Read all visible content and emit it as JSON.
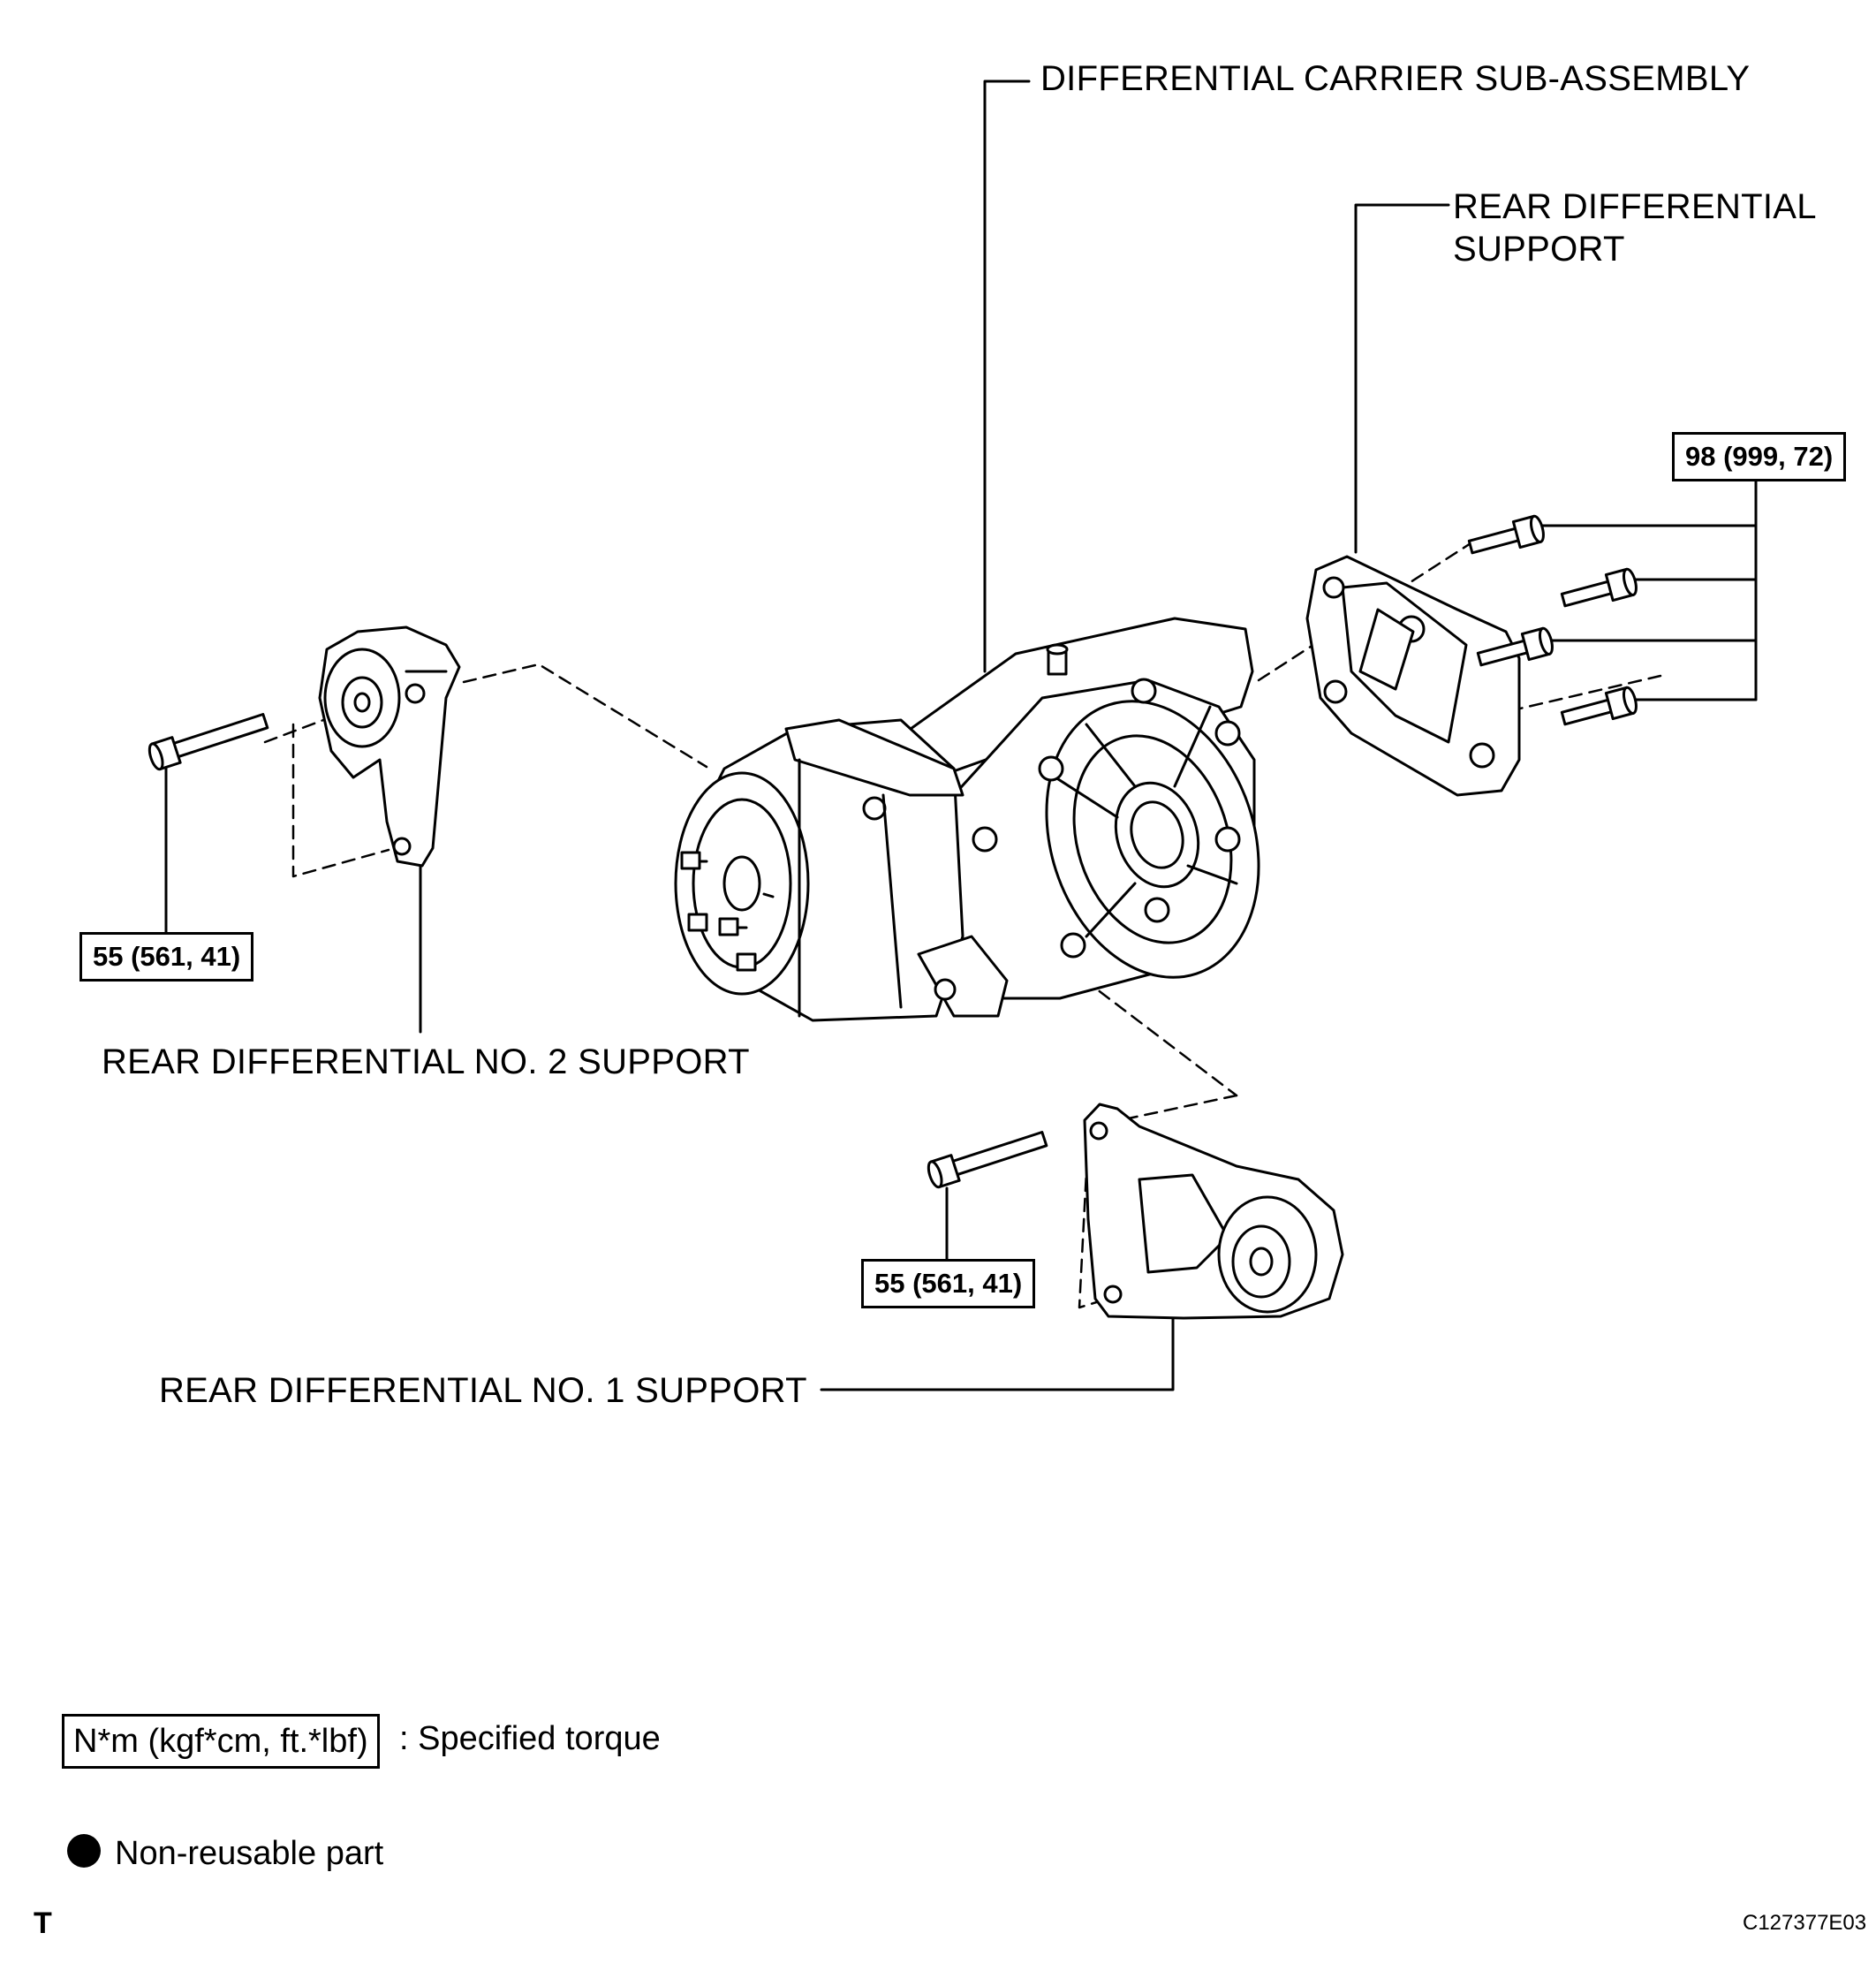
{
  "labels": {
    "carrier": "DIFFERENTIAL CARRIER SUB-ASSEMBLY",
    "rear_support_line1": "REAR DIFFERENTIAL",
    "rear_support_line2": "SUPPORT",
    "no2_support": "REAR DIFFERENTIAL NO. 2 SUPPORT",
    "no1_support": "REAR DIFFERENTIAL NO. 1 SUPPORT"
  },
  "torques": {
    "rear_support_bolts": "98 (999, 72)",
    "no2_support_bolt": "55 (561, 41)",
    "no1_support_bolt": "55 (561, 41)"
  },
  "legend": {
    "torque_units": "N*m (kgf*cm, ft.*lbf)",
    "torque_desc": ": Specified torque",
    "non_reusable": "Non-reusable part"
  },
  "footer": {
    "corner_letter": "T",
    "figure_id": "C127377E03"
  }
}
